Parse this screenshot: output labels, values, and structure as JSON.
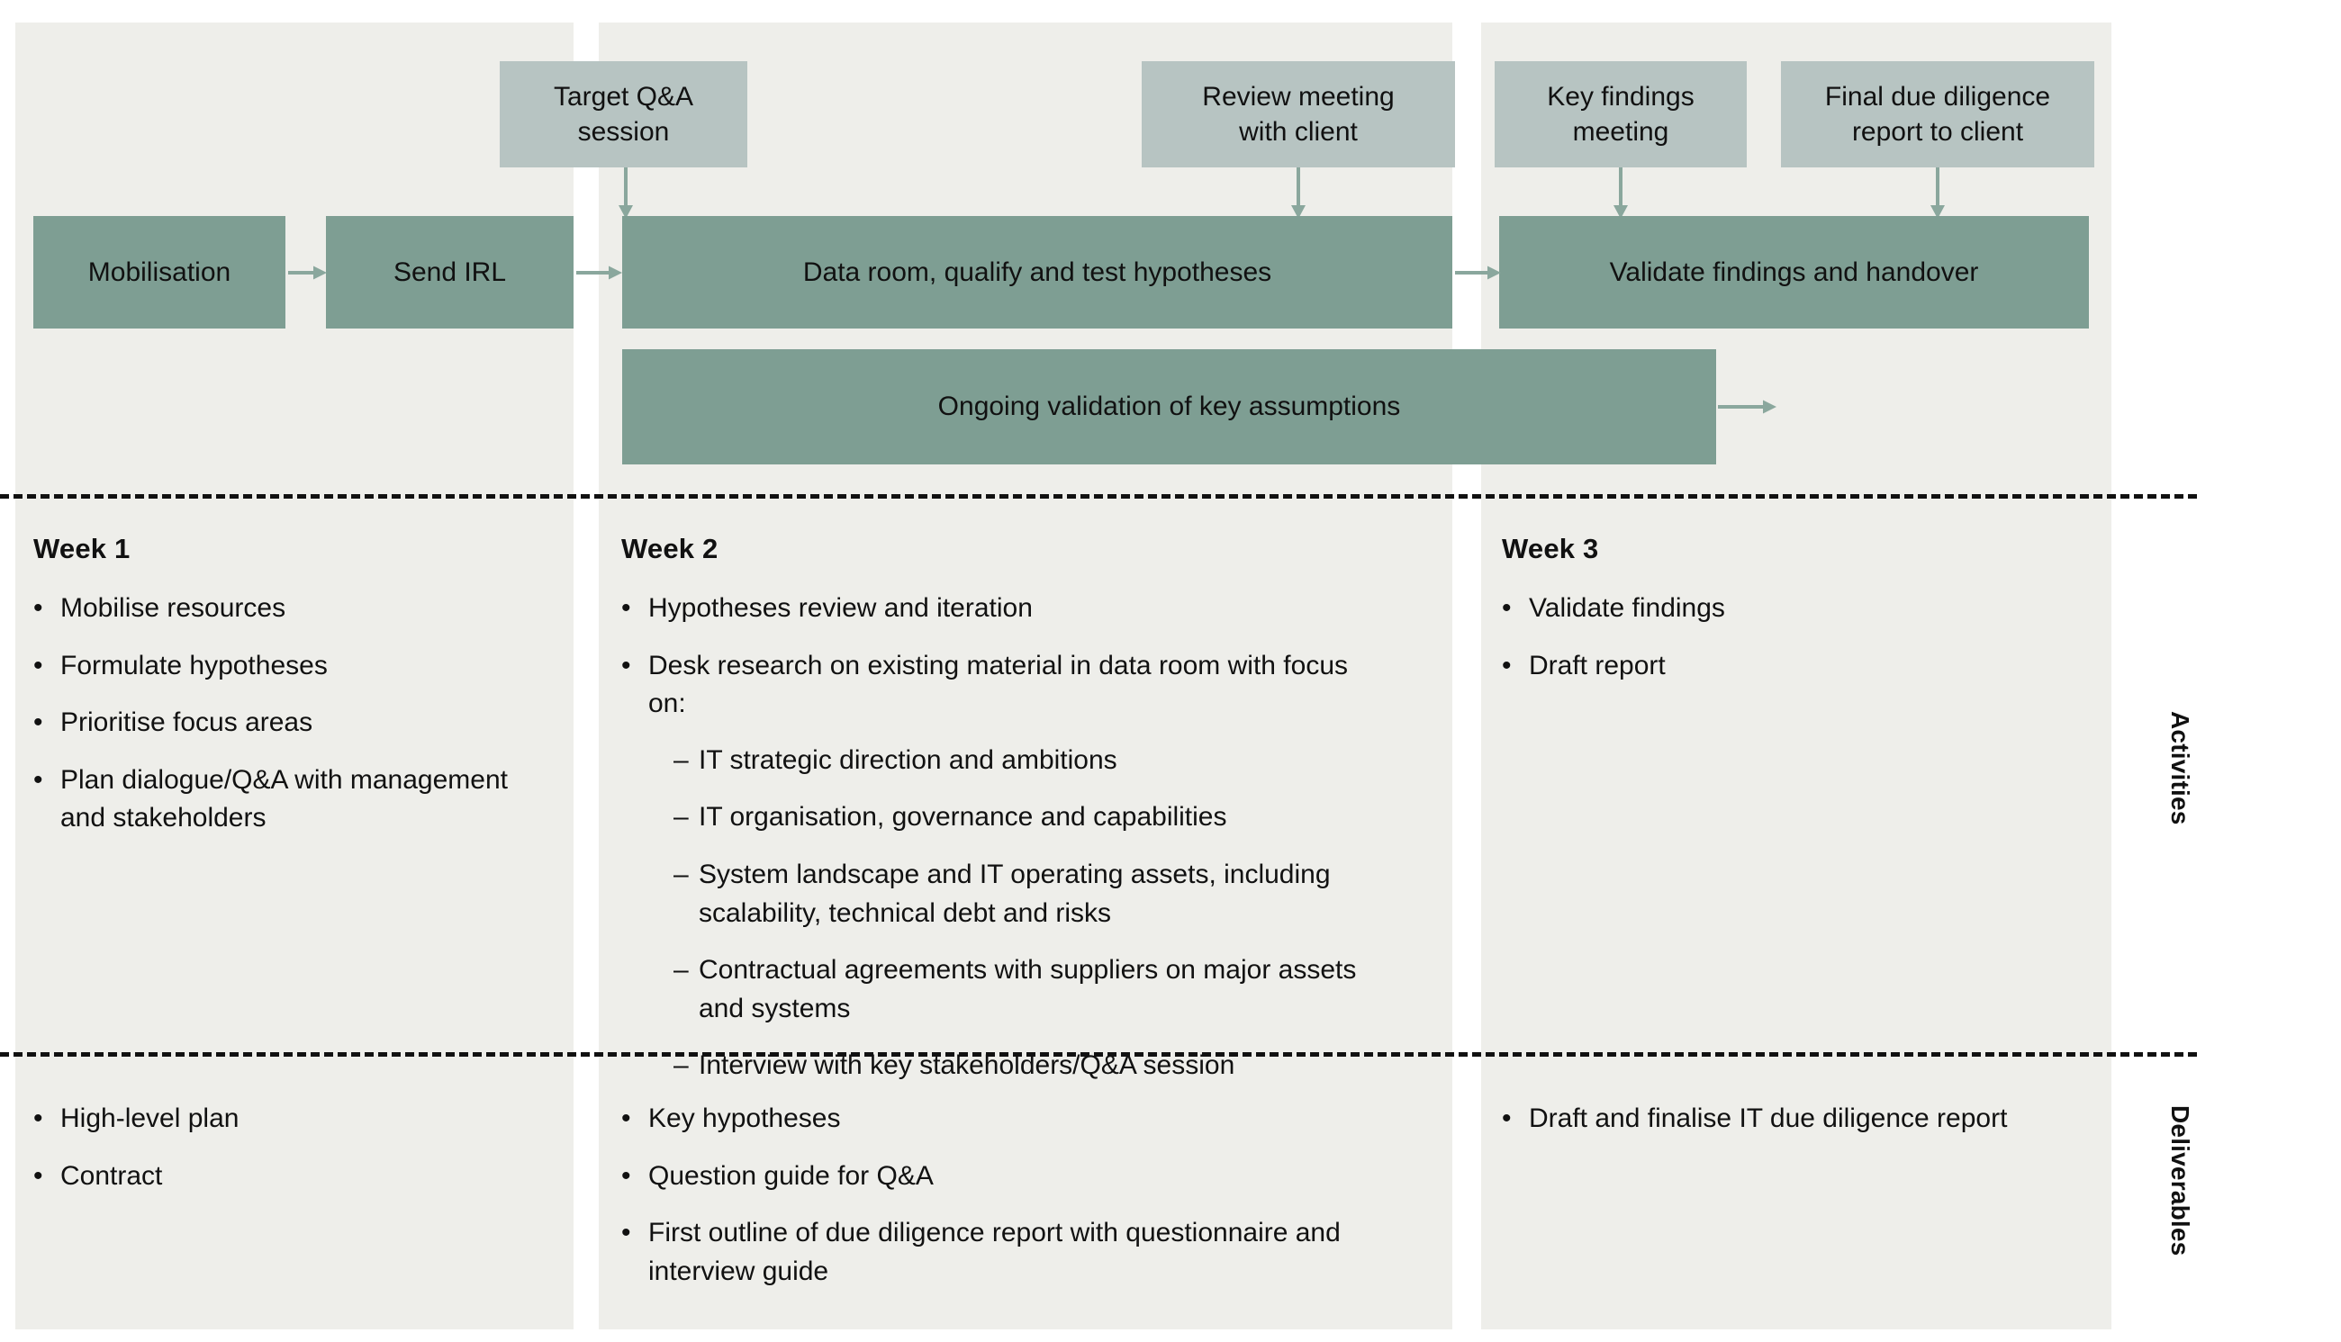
{
  "colors": {
    "panel_bg": "#eeeeea",
    "phase_bar": "#7e9e93",
    "milestone_box": "#b7c4c2",
    "arrow": "#8aa79d",
    "text": "#111111",
    "page_bg": "#ffffff"
  },
  "timeline": {
    "phases": [
      {
        "label": "Mobilisation"
      },
      {
        "label": "Send IRL"
      },
      {
        "label": "Data room, qualify and test hypotheses"
      },
      {
        "label": "Validate findings and handover"
      }
    ],
    "ongoing": {
      "label": "Ongoing validation of key assumptions"
    },
    "milestones": [
      {
        "label": "Target Q&A\nsession"
      },
      {
        "label": "Review meeting\nwith client"
      },
      {
        "label": "Key findings\nmeeting"
      },
      {
        "label": "Final due diligence\nreport to client"
      }
    ]
  },
  "side_labels": {
    "activities": "Activities",
    "deliverables": "Deliverables"
  },
  "activities": {
    "columns": [
      {
        "heading": "Week 1",
        "items": [
          {
            "text": "Mobilise resources"
          },
          {
            "text": "Formulate hypotheses"
          },
          {
            "text": "Prioritise focus areas"
          },
          {
            "text": "Plan dialogue/Q&A with management and stakeholders"
          }
        ]
      },
      {
        "heading": "Week 2",
        "items": [
          {
            "text": "Hypotheses review and iteration"
          },
          {
            "text": "Desk research on existing material in data room with focus on:",
            "sub": [
              {
                "text": "IT strategic direction and ambitions"
              },
              {
                "text": "IT organisation, governance and capabilities"
              },
              {
                "text": "System landscape and IT operating assets, including scalability, technical debt and risks"
              },
              {
                "text": "Contractual agreements with suppliers on major assets and systems"
              },
              {
                "text": "Interview with key stakeholders/Q&A session"
              }
            ]
          }
        ]
      },
      {
        "heading": "Week 3",
        "items": [
          {
            "text": "Validate findings"
          },
          {
            "text": "Draft report"
          }
        ]
      }
    ]
  },
  "deliverables": {
    "columns": [
      {
        "items": [
          {
            "text": "High-level plan"
          },
          {
            "text": "Contract"
          }
        ]
      },
      {
        "items": [
          {
            "text": "Key hypotheses"
          },
          {
            "text": "Question guide for Q&A"
          },
          {
            "text": "First outline of due diligence report with questionnaire and interview guide"
          }
        ]
      },
      {
        "items": [
          {
            "text": "Draft and finalise IT due diligence report"
          }
        ]
      }
    ]
  },
  "bullet_marks": {
    "level1": "•",
    "level2": "–"
  }
}
